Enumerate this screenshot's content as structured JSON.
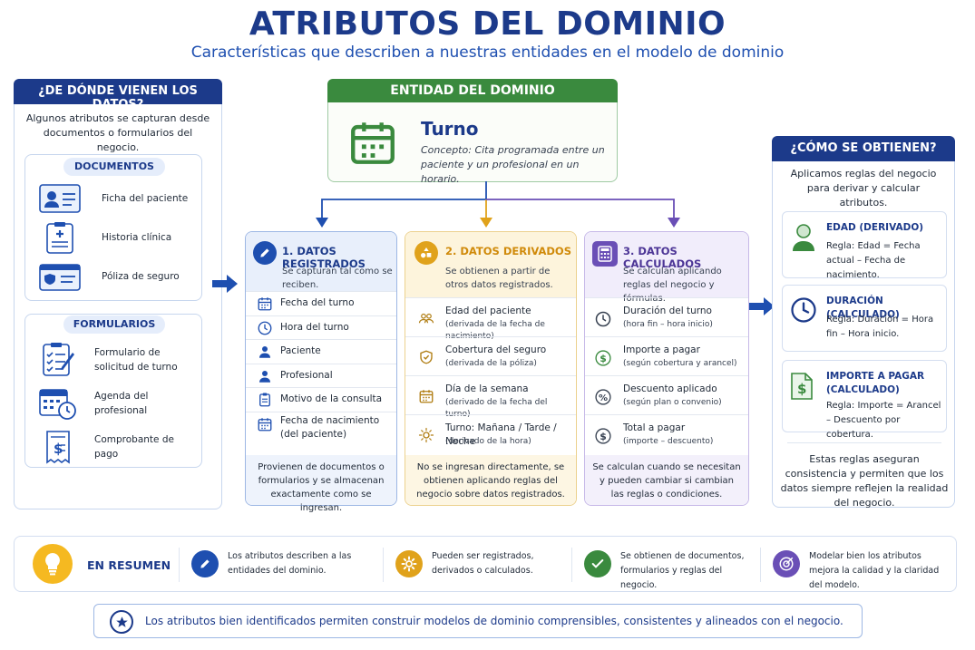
{
  "header": {
    "title": "ATRIBUTOS DEL DOMINIO",
    "subtitle": "Características que describen a nuestras entidades en el modelo de dominio"
  },
  "sources": {
    "title": "¿DE DÓNDE VIENEN LOS DATOS?",
    "intro": "Algunos atributos se capturan desde documentos o formularios del negocio.",
    "documents_label": "DOCUMENTOS",
    "documents": [
      {
        "label": "Ficha del paciente",
        "icon": "id-card-icon"
      },
      {
        "label": "Historia clínica",
        "icon": "clipboard-medical-icon"
      },
      {
        "label": "Póliza de seguro",
        "icon": "insurance-card-icon"
      }
    ],
    "forms_label": "FORMULARIOS",
    "forms": [
      {
        "label": "Formulario de solicitud de turno",
        "icon": "form-checklist-icon"
      },
      {
        "label": "Agenda del profesional",
        "icon": "calendar-clock-icon"
      },
      {
        "label": "Comprobante de pago",
        "icon": "receipt-icon"
      }
    ]
  },
  "entity": {
    "header": "ENTIDAD DEL DOMINIO",
    "name": "Turno",
    "concept_label": "Concepto:",
    "concept_text": "Cita programada entre un paciente y un profesional en un horario."
  },
  "registered": {
    "title": "1. DATOS REGISTRADOS",
    "subtitle": "Se capturan tal como se reciben.",
    "items": [
      {
        "label": "Fecha del turno",
        "icon": "calendar-icon"
      },
      {
        "label": "Hora del turno",
        "icon": "clock-icon"
      },
      {
        "label": "Paciente",
        "icon": "person-icon"
      },
      {
        "label": "Profesional",
        "icon": "person-icon"
      },
      {
        "label": "Motivo de la consulta",
        "icon": "clipboard-icon"
      },
      {
        "label": "Fecha de nacimiento (del paciente)",
        "icon": "calendar-icon"
      }
    ],
    "footer": "Provienen de documentos o formularios y se almacenan exactamente como se ingresan.",
    "color": "#1e4fb0"
  },
  "derived": {
    "title": "2. DATOS DERIVADOS",
    "subtitle": "Se obtienen a partir de otros datos registrados.",
    "items": [
      {
        "label": "Edad del paciente",
        "note": "(derivada de la fecha de nacimiento)",
        "icon": "people-icon"
      },
      {
        "label": "Cobertura del seguro",
        "note": "(derivada de la póliza)",
        "icon": "shield-icon"
      },
      {
        "label": "Día de la semana",
        "note": "(derivado de la fecha del turno)",
        "icon": "calendar-icon"
      },
      {
        "label": "Turno: Mañana / Tarde / Noche",
        "note": "(derivado de la hora)",
        "icon": "sun-icon"
      }
    ],
    "footer": "No se ingresan directamente, se obtienen aplicando reglas del negocio sobre datos registrados.",
    "color": "#e0a21b"
  },
  "calculated": {
    "title": "3. DATOS CALCULADOS",
    "subtitle": "Se calculan aplicando reglas del negocio y fórmulas.",
    "items": [
      {
        "label": "Duración del turno",
        "note": "(hora fin – hora inicio)",
        "icon": "clock-icon"
      },
      {
        "label": "Importe a pagar",
        "note": "(según cobertura y arancel)",
        "icon": "dollar-icon"
      },
      {
        "label": "Descuento aplicado",
        "note": "(según plan o convenio)",
        "icon": "percent-icon"
      },
      {
        "label": "Total a pagar",
        "note": "(importe – descuento)",
        "icon": "dollar-icon"
      }
    ],
    "footer": "Se calculan cuando se necesitan y pueden cambiar si cambian las reglas o condiciones.",
    "color": "#6a4fb6"
  },
  "rules": {
    "title": "¿CÓMO SE OBTIENEN?",
    "intro": "Aplicamos reglas del negocio para derivar y calcular atributos.",
    "items": [
      {
        "title": "EDAD (DERIVADO)",
        "text": "Regla: Edad = Fecha actual – Fecha de nacimiento.",
        "icon": "person-icon"
      },
      {
        "title": "DURACIÓN (CALCULADO)",
        "text": "Regla: Duración = Hora fin – Hora inicio.",
        "icon": "clock-icon"
      },
      {
        "title": "IMPORTE A PAGAR (CALCULADO)",
        "text": "Regla: Importe = Arancel – Descuento por cobertura.",
        "icon": "dollar-doc-icon"
      }
    ],
    "footer": "Estas reglas aseguran consistencia y permiten que los datos siempre reflejen la realidad del negocio."
  },
  "summary": {
    "label": "EN RESUMEN",
    "items": [
      {
        "text": "Los atributos describen a las entidades del dominio.",
        "icon": "pencil-icon",
        "color": "#1e4fb0"
      },
      {
        "text": "Pueden ser registrados, derivados o calculados.",
        "icon": "gear-icon",
        "color": "#e0a21b"
      },
      {
        "text": "Se obtienen de documentos, formularios y reglas del negocio.",
        "icon": "check-icon",
        "color": "#3a8a3e"
      },
      {
        "text": "Modelar bien los atributos mejora la calidad y la claridad del modelo.",
        "icon": "target-icon",
        "color": "#6a4fb6"
      }
    ]
  },
  "footer": {
    "text": "Los atributos bien identificados permiten construir modelos de dominio comprensibles, consistentes y alineados con el negocio.",
    "icon": "star-icon"
  },
  "colors": {
    "navy": "#1c3a8a",
    "blue": "#1e4fb0",
    "green": "#3a8a3e",
    "gold": "#e0a21b",
    "purple": "#6a4fb6"
  }
}
